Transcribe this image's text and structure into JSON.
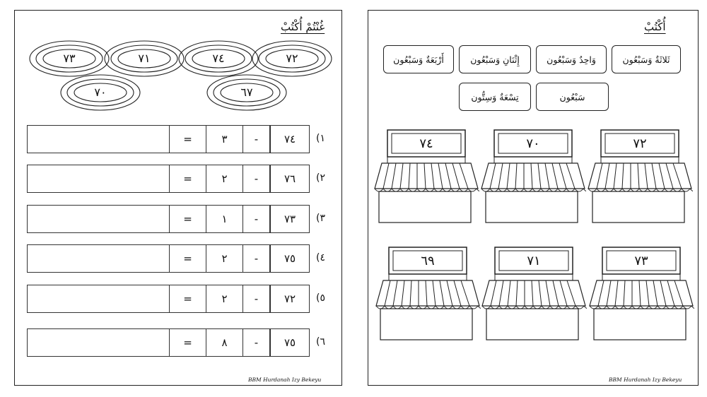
{
  "left_page": {
    "title": "غُنْتُمْ أُكْتُبْ",
    "footer": "BBM Hurdanah Izy Bekeyu",
    "ovals_row1": [
      "٧٣",
      "٧١",
      "٧٤",
      "٧٢"
    ],
    "ovals_row2": [
      "٧٠",
      "٦٧"
    ],
    "equations": [
      {
        "number": "(١",
        "operand1": "٧٤",
        "operator": "-",
        "operand2": "٣",
        "equals": "=",
        "answer": ""
      },
      {
        "number": "(٢",
        "operand1": "٧٦",
        "operator": "-",
        "operand2": "٢",
        "equals": "=",
        "answer": ""
      },
      {
        "number": "(٣",
        "operand1": "٧٣",
        "operator": "-",
        "operand2": "١",
        "equals": "=",
        "answer": ""
      },
      {
        "number": "(٤",
        "operand1": "٧٥",
        "operator": "-",
        "operand2": "٢",
        "equals": "=",
        "answer": ""
      },
      {
        "number": "(٥",
        "operand1": "٧٢",
        "operator": "-",
        "operand2": "٢",
        "equals": "=",
        "answer": ""
      },
      {
        "number": "(٦",
        "operand1": "٧٥",
        "operator": "-",
        "operand2": "٨",
        "equals": "=",
        "answer": ""
      }
    ]
  },
  "right_page": {
    "title": "أُكْتُبْ",
    "footer": "BBM Hurdanah Izy Bekeyu",
    "word_cards_row1": [
      "ثَلاثَةٌ وَسَبْعُون",
      "وَاحِدٌ وَسَبْعُون",
      "إِثْنَانِ وَسَبْعُون",
      "أَرْبَعَةٌ وَسَبْعُون"
    ],
    "word_cards_row2": [
      "سَبْعُون",
      "تِسْعَةٌ وَسِتُّون"
    ],
    "shops_row1": [
      "٧٢",
      "٧٠",
      "٧٤"
    ],
    "shops_row2": [
      "٧٣",
      "٧١",
      "٦٩"
    ]
  }
}
